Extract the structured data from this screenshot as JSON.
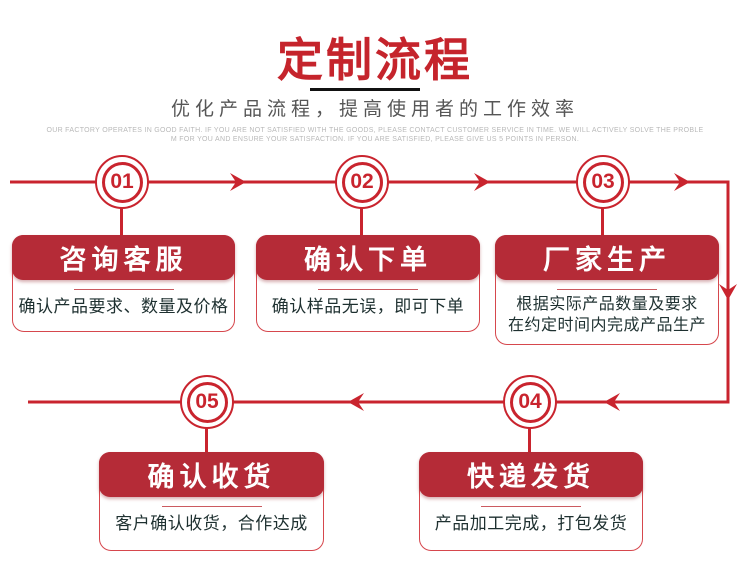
{
  "header": {
    "title": "定制流程",
    "subtitle": "优化产品流程，提高使用者的工作效率",
    "description_line1": "OUR FACTORY OPERATES IN GOOD FAITH. IF YOU ARE NOT SATISFIED WITH THE GOODS, PLEASE CONTACT CUSTOMER SERVICE IN TIME. WE WILL ACTIVELY SOLVE THE PROBLE",
    "description_line2": "M FOR YOU AND ENSURE YOUR SATISFACTION. IF YOU ARE SATISFIED, PLEASE GIVE US 5 POINTS IN PERSON."
  },
  "colors": {
    "accent_red": "#c9242e",
    "card_header_red": "#b52b37",
    "title_red": "#c5242c",
    "underline_black": "#111111"
  },
  "steps": [
    {
      "number": "01",
      "title": "咨询客服",
      "description": "确认产品要求、数量及价格"
    },
    {
      "number": "02",
      "title": "确认下单",
      "description": "确认样品无误，即可下单"
    },
    {
      "number": "03",
      "title": "厂家生产",
      "description": "根据实际产品数量及要求\n在约定时间内完成产品生产"
    },
    {
      "number": "04",
      "title": "快递发货",
      "description": "产品加工完成，打包发货"
    },
    {
      "number": "05",
      "title": "确认收货",
      "description": "客户确认收货，合作达成"
    }
  ]
}
